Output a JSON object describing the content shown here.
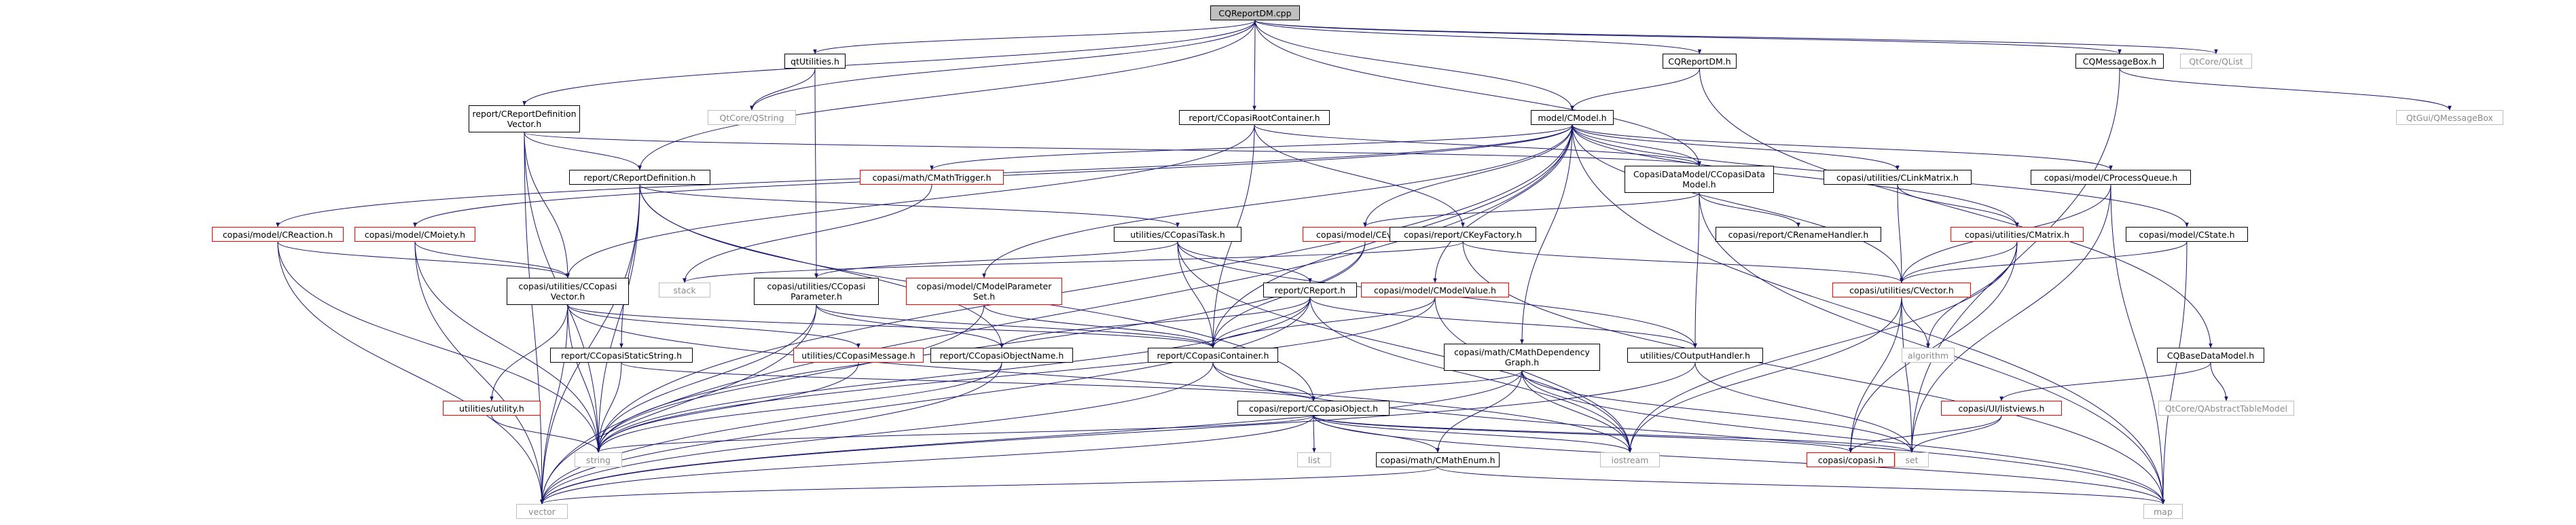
{
  "graph": {
    "title": "CQReportDM.cpp",
    "edge_color": "#191970",
    "colors": {
      "root_fill": "#bfbfbf",
      "normal_border": "#000000",
      "broken_border": "#ff0000",
      "system_border": "#bfbfbf"
    },
    "nodes": [
      {
        "id": "root",
        "label": "CQReportDM.cpp",
        "kind": "root"
      },
      {
        "id": "qtutilities",
        "label": "qtUtilities.h",
        "kind": "normal"
      },
      {
        "id": "cqreportdm_h",
        "label": "CQReportDM.h",
        "kind": "normal"
      },
      {
        "id": "cqmessagebox",
        "label": "CQMessageBox.h",
        "kind": "normal"
      },
      {
        "id": "qlist",
        "label": "QtCore/QList",
        "kind": "system"
      },
      {
        "id": "crepdefvec",
        "label": "report/CReportDefinition\nVector.h",
        "kind": "normal"
      },
      {
        "id": "qstring",
        "label": "QtCore/QString",
        "kind": "system"
      },
      {
        "id": "ccopasirootcontainer",
        "label": "report/CCopasiRootContainer.h",
        "kind": "normal"
      },
      {
        "id": "cmodel",
        "label": "model/CModel.h",
        "kind": "normal"
      },
      {
        "id": "qmessagebox",
        "label": "QtGui/QMessageBox",
        "kind": "system"
      },
      {
        "id": "crepdef",
        "label": "report/CReportDefinition.h",
        "kind": "normal"
      },
      {
        "id": "cmathtrigger",
        "label": "copasi/math/CMathTrigger.h",
        "kind": "broken"
      },
      {
        "id": "ccopasidatamodel",
        "label": "CopasiDataModel/CCopasiData\nModel.h",
        "kind": "normal"
      },
      {
        "id": "clinkmatrix",
        "label": "copasi/utilities/CLinkMatrix.h",
        "kind": "normal"
      },
      {
        "id": "cprocessqueue",
        "label": "copasi/model/CProcessQueue.h",
        "kind": "normal"
      },
      {
        "id": "creaction",
        "label": "copasi/model/CReaction.h",
        "kind": "broken"
      },
      {
        "id": "cmoiety",
        "label": "copasi/model/CMoiety.h",
        "kind": "broken"
      },
      {
        "id": "ccopasitask",
        "label": "utilities/CCopasiTask.h",
        "kind": "normal"
      },
      {
        "id": "cevent",
        "label": "copasi/model/CEvent.h",
        "kind": "broken"
      },
      {
        "id": "ckeyfactory",
        "label": "copasi/report/CKeyFactory.h",
        "kind": "normal"
      },
      {
        "id": "crenamehandler",
        "label": "copasi/report/CRenameHandler.h",
        "kind": "normal"
      },
      {
        "id": "cmatrix",
        "label": "copasi/utilities/CMatrix.h",
        "kind": "broken"
      },
      {
        "id": "cstate",
        "label": "copasi/model/CState.h",
        "kind": "normal"
      },
      {
        "id": "cvectorh",
        "label": "copasi/utilities/CCopasi\nVector.h",
        "kind": "normal"
      },
      {
        "id": "stack",
        "label": "stack",
        "kind": "system"
      },
      {
        "id": "ccopasiparameter",
        "label": "copasi/utilities/CCopasi\nParameter.h",
        "kind": "normal"
      },
      {
        "id": "cmodelparamset",
        "label": "copasi/model/CModelParameter\nSet.h",
        "kind": "broken"
      },
      {
        "id": "creport",
        "label": "report/CReport.h",
        "kind": "normal"
      },
      {
        "id": "cmodelvalue",
        "label": "copasi/model/CModelValue.h",
        "kind": "broken"
      },
      {
        "id": "cvector",
        "label": "copasi/utilities/CVector.h",
        "kind": "broken"
      },
      {
        "id": "ccopasistaticstring",
        "label": "report/CCopasiStaticString.h",
        "kind": "normal"
      },
      {
        "id": "ccopasimessage",
        "label": "utilities/CCopasiMessage.h",
        "kind": "broken"
      },
      {
        "id": "ccopasiobjectname",
        "label": "report/CCopasiObjectName.h",
        "kind": "normal"
      },
      {
        "id": "ccopasicontainer",
        "label": "report/CCopasiContainer.h",
        "kind": "normal"
      },
      {
        "id": "cmathdepgraph",
        "label": "copasi/math/CMathDependency\nGraph.h",
        "kind": "normal"
      },
      {
        "id": "coutputhandler",
        "label": "utilities/COutputHandler.h",
        "kind": "normal"
      },
      {
        "id": "algorithm",
        "label": "algorithm",
        "kind": "system"
      },
      {
        "id": "cqbasedatamodel",
        "label": "CQBaseDataModel.h",
        "kind": "normal"
      },
      {
        "id": "utility",
        "label": "utilities/utility.h",
        "kind": "broken"
      },
      {
        "id": "ccopasiobject",
        "label": "copasi/report/CCopasiObject.h",
        "kind": "normal"
      },
      {
        "id": "uilistviews",
        "label": "copasi/UI/listviews.h",
        "kind": "broken"
      },
      {
        "id": "qabstracttablemodel",
        "label": "QtCore/QAbstractTableModel",
        "kind": "system"
      },
      {
        "id": "string",
        "label": "string",
        "kind": "system"
      },
      {
        "id": "list",
        "label": "list",
        "kind": "system"
      },
      {
        "id": "cmathenum",
        "label": "copasi/math/CMathEnum.h",
        "kind": "normal"
      },
      {
        "id": "iostream",
        "label": "iostream",
        "kind": "system"
      },
      {
        "id": "copasih",
        "label": "copasi/copasi.h",
        "kind": "broken"
      },
      {
        "id": "set",
        "label": "set",
        "kind": "system"
      },
      {
        "id": "map",
        "label": "map",
        "kind": "system"
      },
      {
        "id": "vector",
        "label": "vector",
        "kind": "system"
      }
    ],
    "edges": [
      [
        "root",
        "qtutilities"
      ],
      [
        "root",
        "cqreportdm_h"
      ],
      [
        "root",
        "cqmessagebox"
      ],
      [
        "root",
        "qlist"
      ],
      [
        "root",
        "crepdefvec"
      ],
      [
        "root",
        "qstring"
      ],
      [
        "root",
        "ccopasirootcontainer"
      ],
      [
        "root",
        "cmodel"
      ],
      [
        "root",
        "crepdef"
      ],
      [
        "root",
        "ccopasidatamodel"
      ],
      [
        "qtutilities",
        "qstring"
      ],
      [
        "qtutilities",
        "ccopasiparameter"
      ],
      [
        "cqreportdm_h",
        "cmodel"
      ],
      [
        "cqreportdm_h",
        "cqbasedatamodel"
      ],
      [
        "cqmessagebox",
        "qmessagebox"
      ],
      [
        "cqmessagebox",
        "set"
      ],
      [
        "crepdefvec",
        "crepdef"
      ],
      [
        "crepdefvec",
        "cvectorh"
      ],
      [
        "crepdefvec",
        "ccopasidatamodel"
      ],
      [
        "crepdefvec",
        "string"
      ],
      [
        "crepdefvec",
        "vector"
      ],
      [
        "ccopasirootcontainer",
        "ccopasidatamodel"
      ],
      [
        "ccopasirootcontainer",
        "ccopasicontainer"
      ],
      [
        "ccopasirootcontainer",
        "ckeyfactory"
      ],
      [
        "ccopasirootcontainer",
        "cvectorh"
      ],
      [
        "cmodel",
        "cmathtrigger"
      ],
      [
        "cmodel",
        "ccopasidatamodel"
      ],
      [
        "cmodel",
        "clinkmatrix"
      ],
      [
        "cmodel",
        "cprocessqueue"
      ],
      [
        "cmodel",
        "creaction"
      ],
      [
        "cmodel",
        "cmoiety"
      ],
      [
        "cmodel",
        "cevent"
      ],
      [
        "cmodel",
        "cmatrix"
      ],
      [
        "cmodel",
        "cstate"
      ],
      [
        "cmodel",
        "cmodelparamset"
      ],
      [
        "cmodel",
        "cmodelvalue"
      ],
      [
        "cmodel",
        "cvector"
      ],
      [
        "cmodel",
        "cmathdepgraph"
      ],
      [
        "cmodel",
        "ccopasicontainer"
      ],
      [
        "cmodel",
        "string"
      ],
      [
        "cmodel",
        "map"
      ],
      [
        "cmodel",
        "vector"
      ],
      [
        "crepdef",
        "ccopasitask"
      ],
      [
        "crepdef",
        "ccopasistaticstring"
      ],
      [
        "crepdef",
        "ccopasiobjectname"
      ],
      [
        "crepdef",
        "ccopasiobject"
      ],
      [
        "crepdef",
        "string"
      ],
      [
        "crepdef",
        "vector"
      ],
      [
        "cmathtrigger",
        "stack"
      ],
      [
        "ccopasidatamodel",
        "crenamehandler"
      ],
      [
        "ccopasidatamodel",
        "coutputhandler"
      ],
      [
        "ccopasidatamodel",
        "cevent"
      ],
      [
        "ccopasidatamodel",
        "map"
      ],
      [
        "clinkmatrix",
        "cmatrix"
      ],
      [
        "clinkmatrix",
        "cvector"
      ],
      [
        "cprocessqueue",
        "cvector"
      ],
      [
        "cprocessqueue",
        "set"
      ],
      [
        "cprocessqueue",
        "map"
      ],
      [
        "creaction",
        "cvectorh"
      ],
      [
        "creaction",
        "string"
      ],
      [
        "creaction",
        "vector"
      ],
      [
        "cmoiety",
        "cvectorh"
      ],
      [
        "cmoiety",
        "string"
      ],
      [
        "cmoiety",
        "vector"
      ],
      [
        "ccopasitask",
        "creport"
      ],
      [
        "ccopasitask",
        "ccopasicontainer"
      ],
      [
        "ccopasitask",
        "coutputhandler"
      ],
      [
        "ccopasitask",
        "ccopasiparameter"
      ],
      [
        "ccopasitask",
        "iostream"
      ],
      [
        "cevent",
        "ccopasicontainer"
      ],
      [
        "cevent",
        "string"
      ],
      [
        "ckeyfactory",
        "cvector"
      ],
      [
        "ckeyfactory",
        "map"
      ],
      [
        "ckeyfactory",
        "stack"
      ],
      [
        "cmatrix",
        "cvector"
      ],
      [
        "cmatrix",
        "algorithm"
      ],
      [
        "cmatrix",
        "iostream"
      ],
      [
        "cmatrix",
        "copasih"
      ],
      [
        "cstate",
        "cvector"
      ],
      [
        "cstate",
        "map"
      ],
      [
        "cvectorh",
        "ccopasicontainer"
      ],
      [
        "cvectorh",
        "ccopasimessage"
      ],
      [
        "cvectorh",
        "utility"
      ],
      [
        "cvectorh",
        "string"
      ],
      [
        "cvectorh",
        "iostream"
      ],
      [
        "cvectorh",
        "vector"
      ],
      [
        "ccopasiparameter",
        "ccopasicontainer"
      ],
      [
        "ccopasiparameter",
        "ccopasiobjectname"
      ],
      [
        "ccopasiparameter",
        "string"
      ],
      [
        "ccopasiparameter",
        "vector"
      ],
      [
        "cmodelparamset",
        "ccopasicontainer"
      ],
      [
        "cmodelparamset",
        "string"
      ],
      [
        "creport",
        "ccopasicontainer"
      ],
      [
        "creport",
        "ccopasiobjectname"
      ],
      [
        "creport",
        "coutputhandler"
      ],
      [
        "creport",
        "iostream"
      ],
      [
        "creport",
        "string"
      ],
      [
        "creport",
        "vector"
      ],
      [
        "cmodelvalue",
        "ccopasicontainer"
      ],
      [
        "cmodelvalue",
        "iostream"
      ],
      [
        "cmodelvalue",
        "string"
      ],
      [
        "cvector",
        "algorithm"
      ],
      [
        "cvector",
        "iostream"
      ],
      [
        "cvector",
        "copasih"
      ],
      [
        "cvector",
        "set"
      ],
      [
        "ccopasistaticstring",
        "ccopasiobject"
      ],
      [
        "ccopasistaticstring",
        "string"
      ],
      [
        "ccopasimessage",
        "string"
      ],
      [
        "ccopasiobjectname",
        "string"
      ],
      [
        "ccopasiobjectname",
        "vector"
      ],
      [
        "ccopasicontainer",
        "ccopasiobject"
      ],
      [
        "ccopasicontainer",
        "map"
      ],
      [
        "ccopasicontainer",
        "vector"
      ],
      [
        "cmathdepgraph",
        "ccopasiobject"
      ],
      [
        "cmathdepgraph",
        "cmathenum"
      ],
      [
        "cmathdepgraph",
        "iostream"
      ],
      [
        "cmathdepgraph",
        "map"
      ],
      [
        "cmathdepgraph",
        "vector"
      ],
      [
        "cmathdepgraph",
        "set"
      ],
      [
        "coutputhandler",
        "set"
      ],
      [
        "coutputhandler",
        "vector"
      ],
      [
        "cqbasedatamodel",
        "qabstracttablemodel"
      ],
      [
        "cqbasedatamodel",
        "uilistviews"
      ],
      [
        "utility",
        "string"
      ],
      [
        "ccopasiobject",
        "list"
      ],
      [
        "ccopasiobject",
        "cmathenum"
      ],
      [
        "ccopasiobject",
        "copasih"
      ],
      [
        "ccopasiobject",
        "iostream"
      ],
      [
        "ccopasiobject",
        "set"
      ],
      [
        "ccopasiobject",
        "string"
      ],
      [
        "ccopasiobject",
        "vector"
      ],
      [
        "ccopasiobject",
        "map"
      ],
      [
        "uilistviews",
        "copasih"
      ],
      [
        "uilistviews",
        "set"
      ],
      [
        "cmathenum",
        "map"
      ],
      [
        "cmathenum",
        "vector"
      ]
    ]
  }
}
